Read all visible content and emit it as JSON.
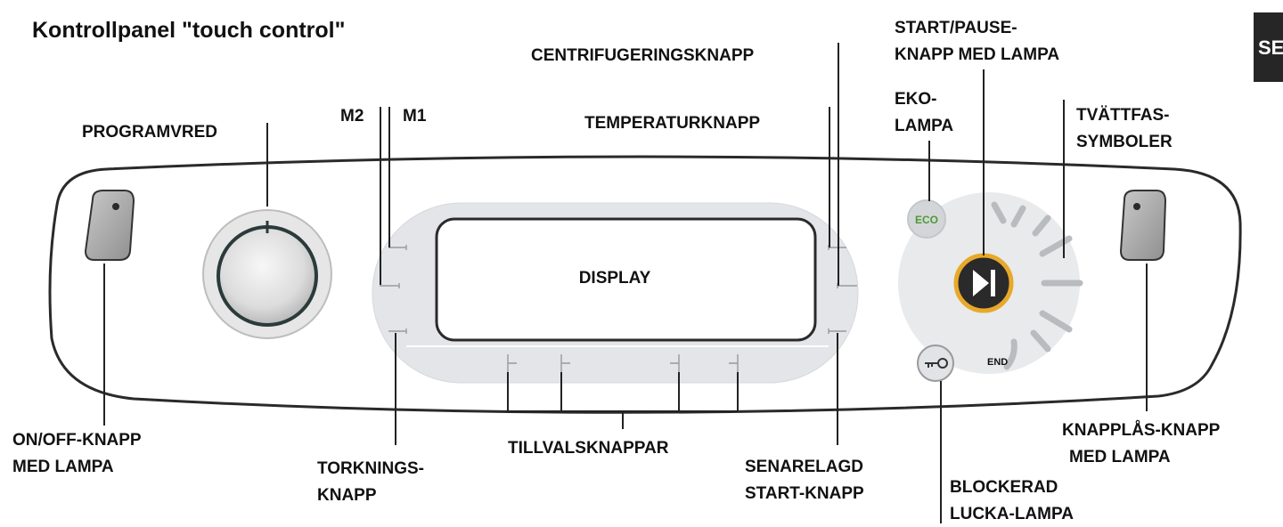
{
  "title": "Kontrollpanel \"touch control\"",
  "language_tab": "SE",
  "display_text": "DISPLAY",
  "eco_symbol": "ECO",
  "end_label": "END",
  "callouts": {
    "programvred": "PROGRAMVRED",
    "m2": "M2",
    "m1": "M1",
    "centrifugering": "CENTRIFUGERINGSKNAPP",
    "start_pause": [
      "START/PAUSE-",
      "KNAPP MED LAMPA"
    ],
    "eko": [
      "EKO-",
      "LAMPA"
    ],
    "temperatur": "TEMPERATURKNAPP",
    "tvattfas": [
      "TVÄTTFAS-",
      "SYMBOLER"
    ],
    "onoff": [
      "ON/OFF-KNAPP",
      "MED LAMPA"
    ],
    "torkning": [
      "TORKNINGS-",
      "KNAPP"
    ],
    "tillval": "TILLVALSKNAPPAR",
    "senarelagd": [
      "SENARELAGD",
      "START-KNAPP"
    ],
    "blockerad": [
      "BLOCKERAD",
      "LUCKA-LAMPA"
    ],
    "knapplas": [
      "KNAPPLÅS-KNAPP",
      "MED LAMPA"
    ]
  },
  "icons": {
    "start_pause": "play-pause-icon",
    "door_lock": "key-icon",
    "eco": "eco-leaf-icon"
  },
  "colors": {
    "start_ring": "#e8a92a",
    "eco_green": "#4c9a34",
    "panel_border": "#2a2a2a",
    "panel_fill": "#ffffff",
    "display_bezel": "#e3e5e8",
    "dial_area": "#e9eaec"
  }
}
